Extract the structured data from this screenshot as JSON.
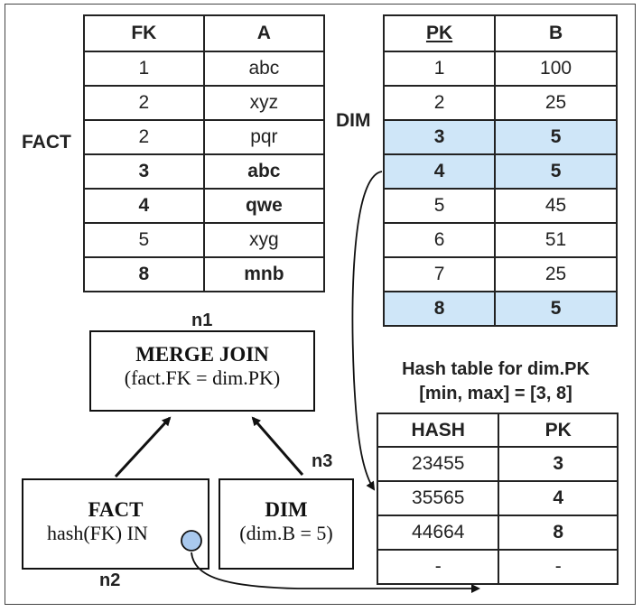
{
  "fact_table": {
    "label": "FACT",
    "headers": [
      "FK",
      "A"
    ],
    "rows": [
      {
        "fk": "1",
        "a": "abc",
        "match": false
      },
      {
        "fk": "2",
        "a": "xyz",
        "match": false
      },
      {
        "fk": "2",
        "a": "pqr",
        "match": false
      },
      {
        "fk": "3",
        "a": "abc",
        "match": true
      },
      {
        "fk": "4",
        "a": "qwe",
        "match": true
      },
      {
        "fk": "5",
        "a": "xyg",
        "match": false
      },
      {
        "fk": "8",
        "a": "mnb",
        "match": true
      }
    ]
  },
  "dim_table": {
    "label": "DIM",
    "headers": [
      "PK",
      "B"
    ],
    "rows": [
      {
        "pk": "1",
        "b": "100",
        "match": false
      },
      {
        "pk": "2",
        "b": "25",
        "match": false
      },
      {
        "pk": "3",
        "b": "5",
        "match": true
      },
      {
        "pk": "4",
        "b": "5",
        "match": true
      },
      {
        "pk": "5",
        "b": "45",
        "match": false
      },
      {
        "pk": "6",
        "b": "51",
        "match": false
      },
      {
        "pk": "7",
        "b": "25",
        "match": false
      },
      {
        "pk": "8",
        "b": "5",
        "match": true
      }
    ]
  },
  "hash_table": {
    "caption_line1": "Hash table for dim.PK",
    "caption_line2": "[min, max] = [3, 8]",
    "headers": [
      "HASH",
      "PK"
    ],
    "rows": [
      {
        "hash": "23455",
        "pk": "3"
      },
      {
        "hash": "35565",
        "pk": "4"
      },
      {
        "hash": "44664",
        "pk": "8"
      },
      {
        "hash": "-",
        "pk": "-"
      }
    ]
  },
  "plan": {
    "merge": {
      "id": "n1",
      "title": "MERGE JOIN",
      "condition": "(fact.FK = dim.PK)"
    },
    "fact": {
      "id": "n2",
      "title": "FACT",
      "condition": "hash(FK) IN"
    },
    "dim": {
      "id": "n3",
      "title": "DIM",
      "condition": "(dim.B = 5)"
    }
  },
  "colors": {
    "highlight_text": "#7b0b0b",
    "highlight_row": "#cfe6f8",
    "probe_circle": "#a9c9ee"
  }
}
